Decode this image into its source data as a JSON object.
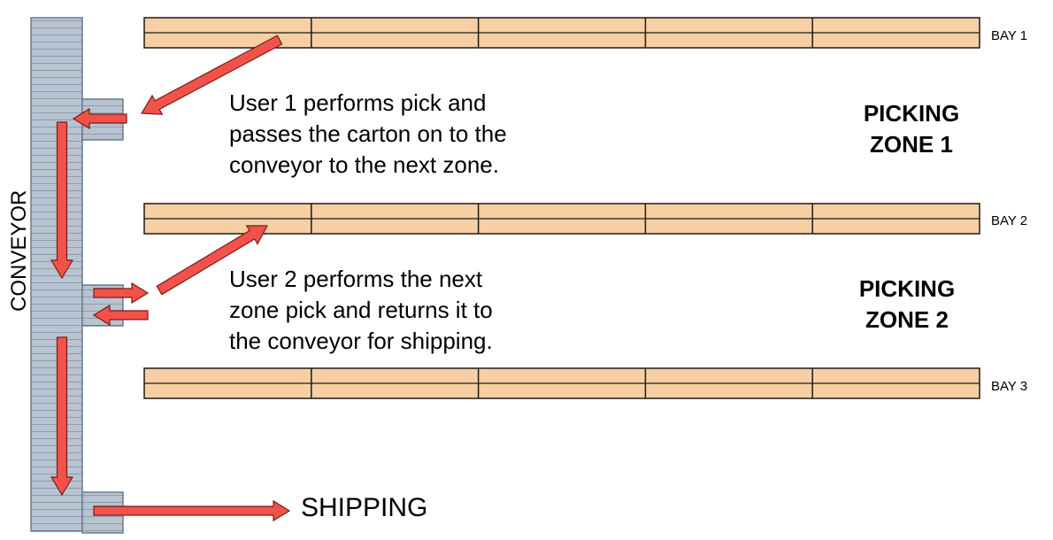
{
  "colors": {
    "shelf_fill": "#f7cfa3",
    "shelf_stroke": "#1a1a1a",
    "conveyor_fill": "#b7c3d1",
    "conveyor_line": "#9aa6b5",
    "arrow_fill": "#f2524a",
    "arrow_stroke": "#7a1c16"
  },
  "labels": {
    "conveyor": "CONVEYOR",
    "bay1": "BAY 1",
    "bay2": "BAY 2",
    "bay3": "BAY 3",
    "user1_text": "User 1 performs pick and\npasses the carton on to the\nconveyor to the next zone.",
    "user2_text": "User 2 performs the next\nzone pick and returns it to\nthe conveyor for shipping.",
    "zone1": "PICKING\nZONE 1",
    "zone2": "PICKING\nZONE 2",
    "shipping": "SHIPPING"
  },
  "bays": [
    {
      "name": "BAY 1",
      "sections": 5
    },
    {
      "name": "BAY 2",
      "sections": 5
    },
    {
      "name": "BAY 3",
      "sections": 5
    }
  ]
}
